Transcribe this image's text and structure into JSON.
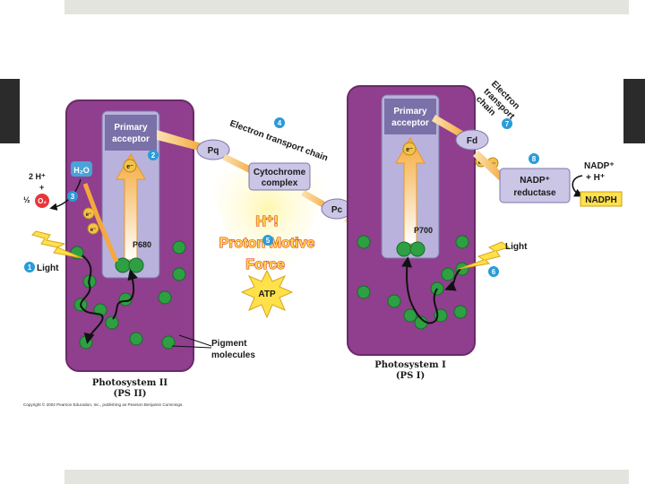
{
  "ps2": {
    "primary_acceptor": [
      "Primary",
      "acceptor"
    ],
    "reaction_center": "P680",
    "title": "Photosystem II",
    "subtitle": "(PS II)"
  },
  "ps1": {
    "primary_acceptor": [
      "Primary",
      "acceptor"
    ],
    "reaction_center": "P700",
    "title": "Photosystem I",
    "subtitle": "(PS I)"
  },
  "water_splitting": {
    "h2o": "H₂O",
    "two_h": "2 H⁺",
    "plus": "+",
    "half": "½",
    "o2": "O₂"
  },
  "electron_symbol": "e⁻",
  "light_left": "Light",
  "light_right": "Light",
  "etc1": {
    "label": "Electron transport chain",
    "pq": "Pq",
    "cytochrome": [
      "Cytochrome",
      "complex"
    ],
    "pc": "Pc"
  },
  "etc2": {
    "label": [
      "Electron",
      "transport",
      "chain"
    ],
    "fd": "Fd",
    "nadp_reductase": [
      "NADP⁺",
      "reductase"
    ],
    "nadp_plus": [
      "NADP⁺",
      "+ H⁺"
    ],
    "nadph": "NADPH"
  },
  "pmf": {
    "h_label": "H⁺!",
    "line1": "Proton Motive",
    "line2": "Force"
  },
  "atp": "ATP",
  "pigment_label": [
    "Pigment",
    "molecules"
  ],
  "steps": [
    "1",
    "2",
    "3",
    "4",
    "5",
    "6",
    "7",
    "8"
  ],
  "copyright": "Copyright © 2002 Pearson Education, Inc., publishing as Pearson Benjamin Cummings.",
  "colors": {
    "photosystem_purple": "#8f3f8e",
    "acceptor_lavender": "#b9b2dc",
    "pigment_green": "#2ea043",
    "arrow_orange": "#f5b24a",
    "step_blue": "#2a9bd7",
    "etc_box": "#cbc5e6",
    "nadph_yellow": "#ffe14a",
    "o2_red": "#e8353a",
    "h2o_blue": "#4aa3d8"
  }
}
